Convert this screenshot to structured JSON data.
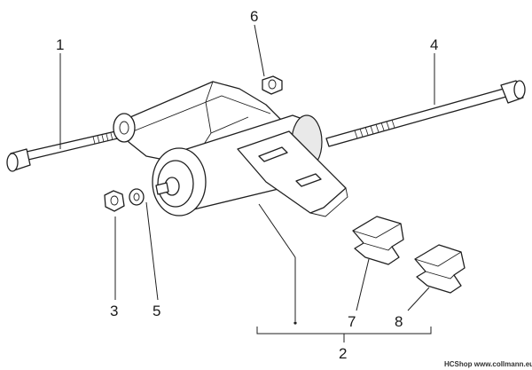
{
  "labels": {
    "p1": "1",
    "p2": "2",
    "p3": "3",
    "p4": "4",
    "p5": "5",
    "p6": "6",
    "p7": "7",
    "p8": "8"
  },
  "credit": "HCShop www.collmann.eu"
}
